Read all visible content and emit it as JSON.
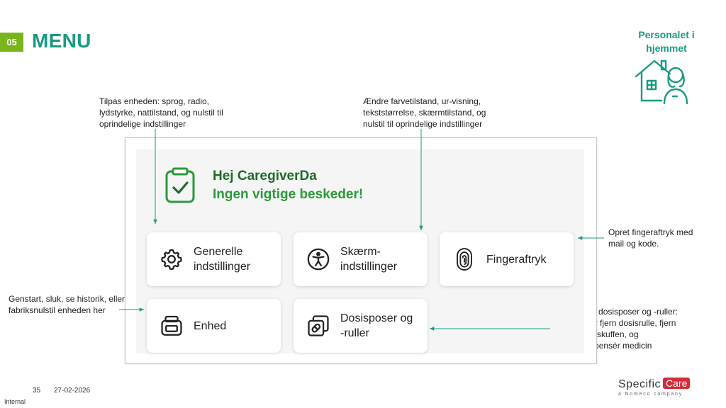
{
  "slide": {
    "number": "05",
    "title": "MENU",
    "role": "Personalet i hjemmet",
    "page": "35",
    "date": "27-02-2026",
    "classification": "Internal"
  },
  "brand": {
    "name": "Specific",
    "name_highlight": "Care",
    "tagline": "a Nomeco company",
    "accent_color": "#1a9a83",
    "logo_color": "#d52b3a"
  },
  "annotations": {
    "generelle": "Tilpas enheden: sprog, radio, lydstyrke, nattilstand, og nulstil til oprindelige indstillinger",
    "skaerm": "Ændre farvetilstand, ur-visning, tekststørrelse, skærmtilstand, og nulstil til oprindelige indstillinger",
    "fingeraftryk": "Opret fingeraftryk med mail og kode.",
    "enhed": "Genstart, sluk, se historik, eller fabriksnulstil enheden her",
    "dosis": "Administrer dosisposer og -ruller: Indsæt eller fjern dosisrulle, fjern medicin fra skuffen, og fremtidsdispensér medicin"
  },
  "screen": {
    "greeting": "Hej CaregiverDa",
    "status": "Ingen vigtige beskeder!",
    "menu": [
      {
        "label": "Generelle\nindstillinger",
        "icon": "gear-icon"
      },
      {
        "label": "Skærm-\nindstillinger",
        "icon": "accessibility-icon"
      },
      {
        "label": "Fingeraftryk",
        "icon": "fingerprint-icon"
      },
      {
        "label": "Enhed",
        "icon": "device-icon"
      },
      {
        "label": "Dosisposer og\n-ruller",
        "icon": "pill-pouch-icon"
      }
    ]
  }
}
